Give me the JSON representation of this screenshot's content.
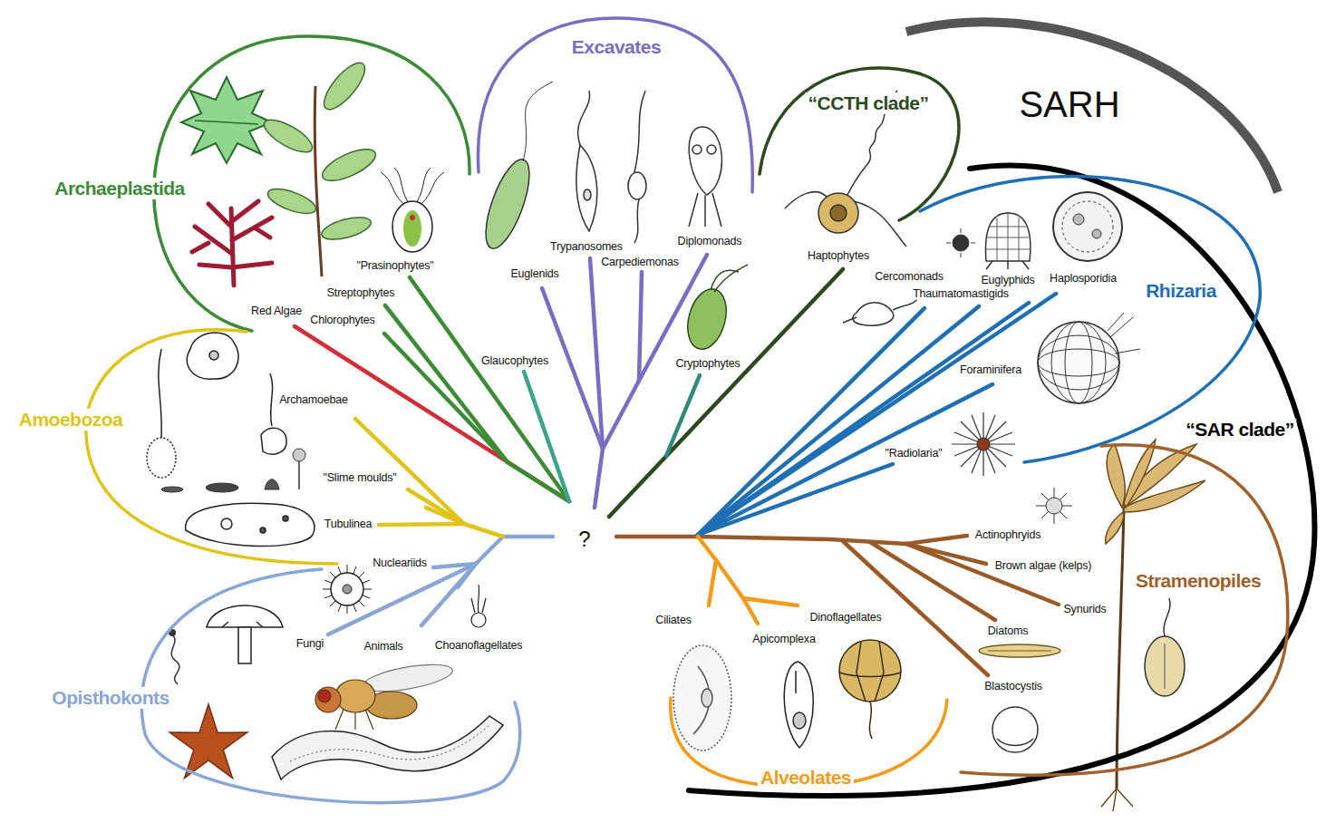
{
  "diagram": {
    "nodes": [
      {
        "text": [
          "Archaeplastida"
        ]
      },
      {
        "text": [
          "Excavates"
        ]
      },
      {
        "text": [
          "“CCTH clade”"
        ]
      },
      {
        "text": [
          "“SAR clade”"
        ]
      },
      {
        "text": [
          "Rhizaria"
        ],
        "in": 3
      },
      {
        "text": [
          "Stramenopiles"
        ],
        "in": 3
      },
      {
        "text": [
          "Alveolates"
        ],
        "in": 3
      },
      {
        "text": [
          "Amoebozoa"
        ]
      },
      {
        "text": [
          "Opisthokonts"
        ]
      }
    ],
    "labels": [
      "SARH",
      "?",
      "Red Algae",
      "Streptophytes",
      "Chlorophytes",
      "\"Prasinophytes\"",
      "Glaucophytes",
      "Euglenids",
      "Trypanosomes",
      "Carpediemonas",
      "Diplomonads",
      "Cryptophytes",
      "Haptophytes",
      "Cercomonads",
      "Thaumatomastigids",
      "Euglyphids",
      "Haplosporidia",
      "Foraminifera",
      "\"Radiolaria\"",
      "Actinophryids",
      "Brown algae (kelps)",
      "Synurids",
      "Diatoms",
      "Blastocystis",
      "Ciliates",
      "Apicomplexa",
      "Dinoflagellates",
      "Nucleariids",
      "Fungi",
      "Animals",
      "Choanoflagellates",
      "Archamoebae",
      "\"Slime moulds\"",
      "Tubulinea"
    ]
  }
}
